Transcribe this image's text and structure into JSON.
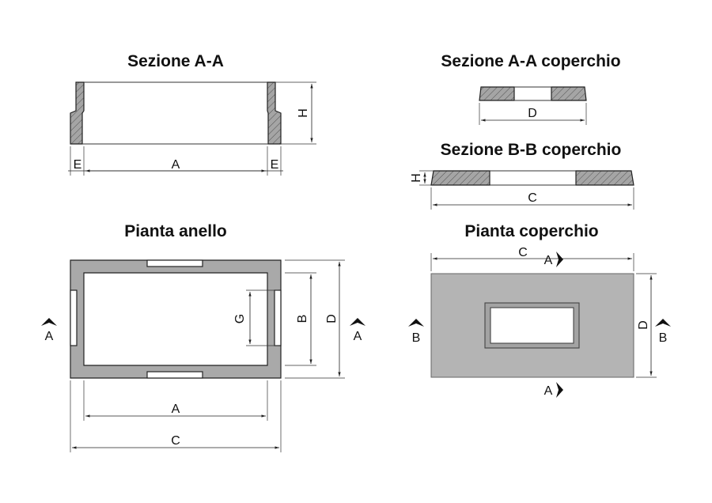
{
  "titles": {
    "section_aa": "Sezione A-A",
    "section_aa_cover": "Sezione A-A coperchio",
    "section_bb_cover": "Sezione B-B coperchio",
    "plan_ring": "Pianta anello",
    "plan_cover": "Pianta coperchio"
  },
  "labels": {
    "a": "A",
    "b": "B",
    "c": "C",
    "d": "D",
    "e": "E",
    "g": "G",
    "h": "H"
  },
  "colors": {
    "concrete": "#a9a9a9",
    "concrete_light": "#b7b7b7",
    "line": "#222222"
  }
}
